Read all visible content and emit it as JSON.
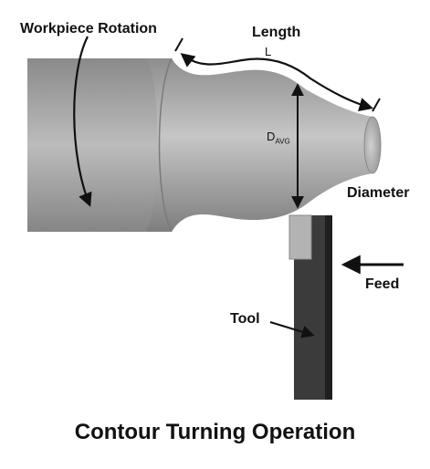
{
  "labels": {
    "workpiece_rotation": "Workpiece Rotation",
    "length": "Length",
    "length_symbol": "L",
    "davg_main": "D",
    "davg_sub": "AVG",
    "diameter": "Diameter",
    "feed": "Feed",
    "tool": "Tool"
  },
  "caption": "Contour Turning Operation",
  "colors": {
    "workpiece_dark": "#8c8c8c",
    "workpiece_light": "#c4c4c4",
    "tool_body": "#3c3c3c",
    "tool_insert": "#b0b0b0",
    "arrow": "#111111"
  }
}
